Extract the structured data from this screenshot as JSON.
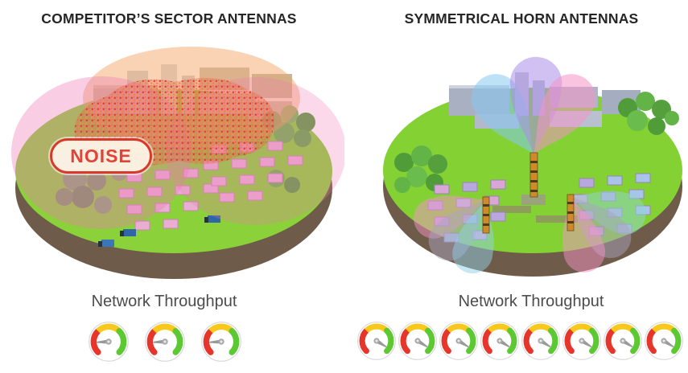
{
  "page": {
    "background": "#ffffff"
  },
  "panels": {
    "left": {
      "title": "COMPETITOR’S SECTOR ANTENNAS",
      "noise_label": "NOISE",
      "throughput_label": "Network Throughput",
      "gauges": {
        "count": 3,
        "level": "low",
        "needle_angle_deg": 177
      }
    },
    "right": {
      "title": "SYMMETRICAL HORN ANTENNAS",
      "throughput_label": "Network Throughput",
      "gauges": {
        "count": 8,
        "level": "high",
        "needle_angle_deg": 32
      }
    }
  },
  "gauge_colors": {
    "red": "#e6352b",
    "yellow": "#f8c81c",
    "green": "#5cc832",
    "needle": "#999999",
    "hub": "#a8a8a8",
    "face": "#ffffff",
    "rim": "#d9d9d9"
  },
  "scene_colors": {
    "island_grass": "#8bd23a",
    "island_soil": "#6f5b49",
    "noise_speckle": "#e23b2e",
    "sector_peach": "#f3a362",
    "sector_pink": "#ef77b4",
    "beam_blue": "#86c9f0",
    "beam_purple": "#ab8ce8",
    "beam_pink": "#f493c6",
    "beam_teal": "#8fd6d0",
    "beam_gray": "#a9a3c0",
    "noise_pill_border": "#d8392b",
    "noise_pill_bg": "#fdf4e7",
    "noise_pill_text": "#e14338"
  }
}
